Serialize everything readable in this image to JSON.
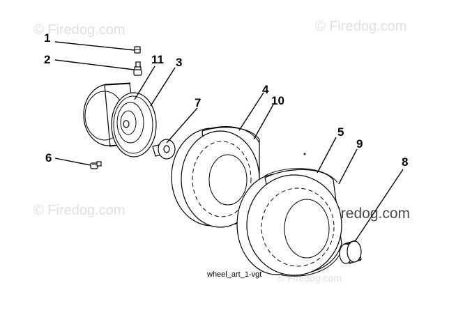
{
  "watermarks": [
    "© Firedog.com",
    "© Firedog.com",
    "© Firedog.com",
    "© Firedog.com"
  ],
  "watermark_main": "© Firedog.com",
  "caption": "wheel_art_1-vgt",
  "callouts": [
    "1",
    "2",
    "11",
    "3",
    "7",
    "4",
    "10",
    "5",
    "9",
    "6",
    "8"
  ],
  "icons": {
    "part_1": "cap-screw-icon",
    "part_2": "valve-stem-icon",
    "part_3": "rim-icon",
    "part_6": "grease-fitting-icon",
    "part_7": "bushing-icon",
    "part_4": "front-tire-icon",
    "part_5": "rear-tire-icon",
    "part_8": "hub-cap-icon"
  }
}
